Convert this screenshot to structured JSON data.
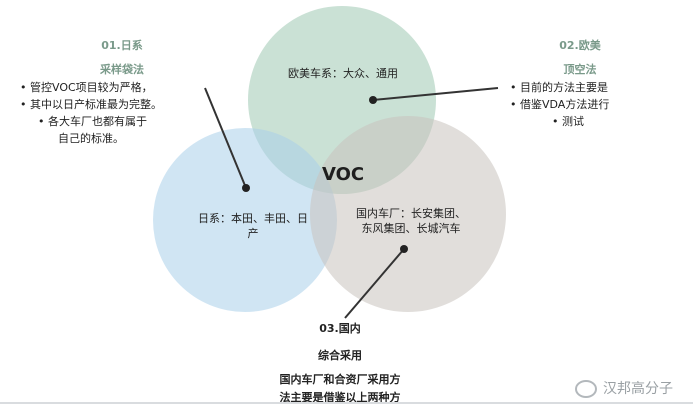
{
  "center_label": "VOC",
  "circles": {
    "europe_label": "欧美车系：大众、通用",
    "japan_label": "日系：本田、丰田、日产",
    "domestic_label": "国内车厂：长安集团、东风集团、长城汽车"
  },
  "japan_callout": {
    "title": "01.日系",
    "subtitle": "采样袋法",
    "bullets": [
      "管控VOC项目较为严格，",
      "其中以日产标准最为完整。",
      "各大车厂也都有属于",
      "自己的标准。"
    ]
  },
  "europe_callout": {
    "title": "02.欧美",
    "subtitle": "顶空法",
    "bullets": [
      "目前的方法主要是",
      "借鉴VDA方法进行",
      "测试"
    ]
  },
  "domestic_callout": {
    "title": "03.国内",
    "subtitle": "综合采用",
    "desc_line1": "国内车厂和合资厂采用方",
    "desc_line2": "法主要是借鉴以上两种方"
  },
  "watermark": "汉邦高分子",
  "colors": {
    "green_circle": "#9fc9b2",
    "blue_circle": "#a9d0ea",
    "gray_circle": "#c9c3bd",
    "heading": "#7a9a8a"
  }
}
